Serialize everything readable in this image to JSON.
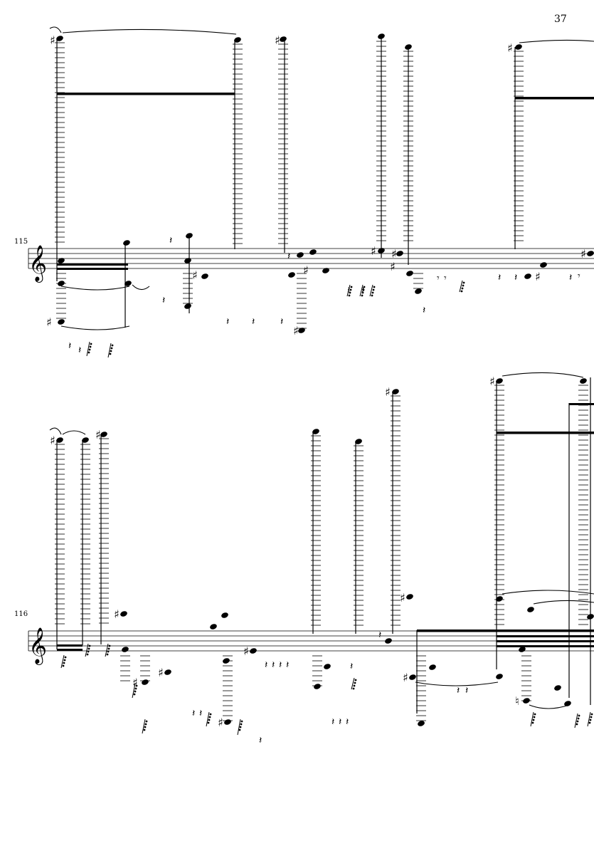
{
  "page": {
    "number": "37"
  },
  "systems": [
    {
      "measure_number": "115"
    },
    {
      "measure_number": "116"
    }
  ]
}
